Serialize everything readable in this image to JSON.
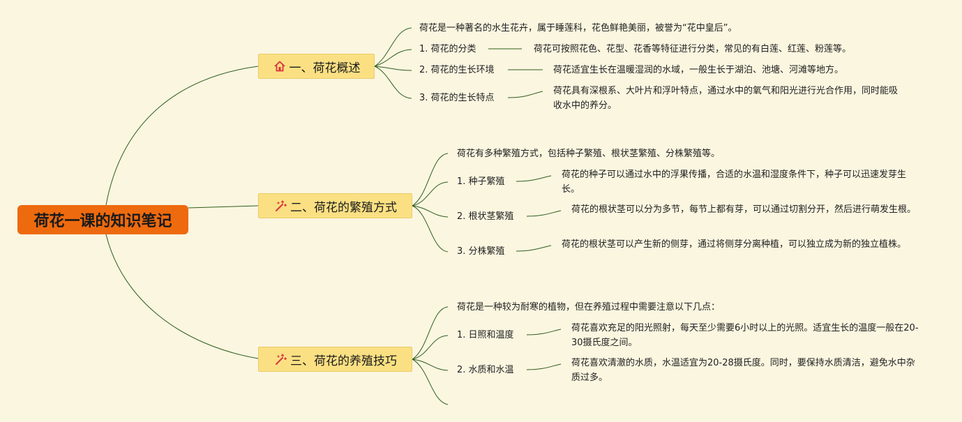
{
  "root": {
    "title": "荷花一课的知识笔记"
  },
  "branches": [
    {
      "label": "一、荷花概述",
      "icon": "house-icon",
      "intro": "荷花是一种著名的水生花卉，属于睡莲科，花色鲜艳美丽，被誉为“花中皇后”。",
      "items": [
        {
          "label": "1. 荷花的分类",
          "detail": "荷花可按照花色、花型、花香等特征进行分类，常见的有白莲、红莲、粉莲等。"
        },
        {
          "label": "2. 荷花的生长环境",
          "detail": "荷花适宜生长在温暖湿润的水域，一般生长于湖泊、池塘、河滩等地方。"
        },
        {
          "label": "3. 荷花的生长特点",
          "detail": "荷花具有深根系、大叶片和浮叶特点，通过水中的氧气和阳光进行光合作用，同时能吸收水中的养分。"
        }
      ]
    },
    {
      "label": "二、荷花的繁殖方式",
      "icon": "magic-wand-icon",
      "intro": "荷花有多种繁殖方式，包括种子繁殖、根状茎繁殖、分株繁殖等。",
      "items": [
        {
          "label": "1. 种子繁殖",
          "detail": "荷花的种子可以通过水中的浮果传播，合适的水温和湿度条件下，种子可以迅速发芽生长。"
        },
        {
          "label": "2. 根状茎繁殖",
          "detail": "荷花的根状茎可以分为多节，每节上都有芽，可以通过切割分开，然后进行萌发生根。"
        },
        {
          "label": "3. 分株繁殖",
          "detail": "荷花的根状茎可以产生新的侧芽，通过将侧芽分离种植，可以独立成为新的独立植株。"
        }
      ]
    },
    {
      "label": "三、荷花的养殖技巧",
      "icon": "magic-wand-icon",
      "intro": "荷花是一种较为耐寒的植物，但在养殖过程中需要注意以下几点：",
      "items": [
        {
          "label": "1. 日照和温度",
          "detail": "荷花喜欢充足的阳光照射，每天至少需要6小时以上的光照。适宜生长的温度一般在20-30摄氏度之间。"
        },
        {
          "label": "2. 水质和水温",
          "detail": "荷花喜欢清澈的水质，水温适宜为20-28摄氏度。同时，要保持水质清洁，避免水中杂质过多。"
        }
      ]
    }
  ]
}
